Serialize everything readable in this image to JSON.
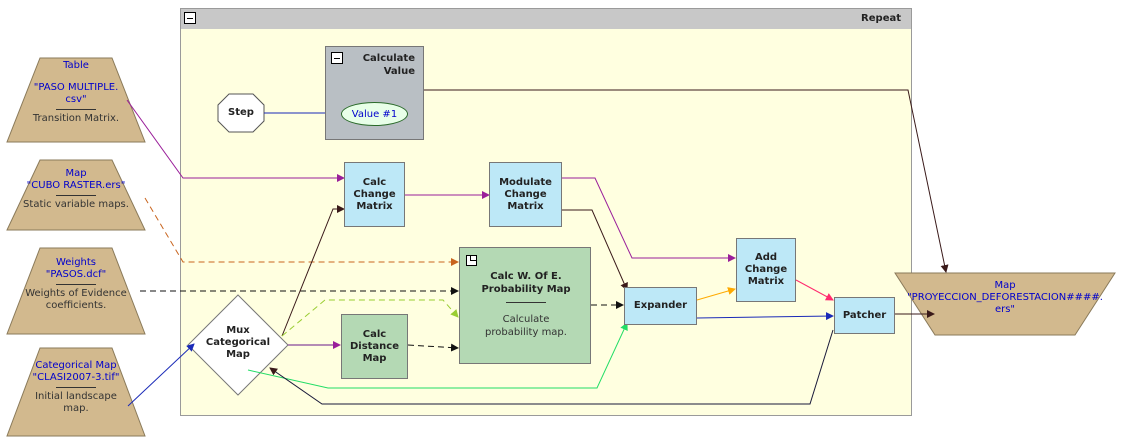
{
  "container": {
    "title": "Repeat"
  },
  "nodes": {
    "table_input": {
      "type_label": "Table",
      "value": "\"PASO MULTIPLE.\ncsv\"",
      "description": "Transition Matrix."
    },
    "map_input": {
      "type_label": "Map",
      "value": "\"CUBO RASTER.ers\"",
      "description": "Static variable maps."
    },
    "weights_input": {
      "type_label": "Weights",
      "value": "\"PASOS.dcf\"",
      "description": "Weights of Evidence\ncoefficients."
    },
    "categorical_input": {
      "type_label": "Categorical Map",
      "value": "\"CLASI2007-3.tif\"",
      "description": "Initial landscape\nmap."
    },
    "step": {
      "label": "Step"
    },
    "calculate_value": {
      "label": "Calculate\nValue",
      "inner_label": "Value #1"
    },
    "calc_change_matrix": {
      "label": "Calc\nChange\nMatrix"
    },
    "modulate_change_matrix": {
      "label": "Modulate\nChange\nMatrix"
    },
    "calc_woe": {
      "label": "Calc W. Of E.\nProbability Map",
      "description": "Calculate\nprobability map."
    },
    "mux_categorical": {
      "label": "Mux\nCategorical\nMap"
    },
    "calc_distance_map": {
      "label": "Calc\nDistance\nMap"
    },
    "expander": {
      "label": "Expander"
    },
    "add_change_matrix": {
      "label": "Add\nChange\nMatrix"
    },
    "patcher": {
      "label": "Patcher"
    },
    "output_map": {
      "type_label": "Map",
      "value": "\"PROYECCION_DEFORESTACION####.\ners\""
    }
  },
  "colors": {
    "container_bg": "#ffffe0",
    "header_bg": "#c8c8c8",
    "input_trapezoid": "#d2b98e",
    "blue_box": "#bde8f7",
    "green_box": "#b4d9b4",
    "purple_edge": "#9a1f9a",
    "orange_edge": "#c8641e",
    "yellow_edge": "#ffaa00",
    "pink_edge": "#ff2a6e",
    "lime_edge": "#9acd32",
    "green_edge": "#22dd66",
    "blue_edge": "#1a2ab8",
    "dark_edge": "#3a1a1a",
    "link_text": "#0000cc"
  }
}
